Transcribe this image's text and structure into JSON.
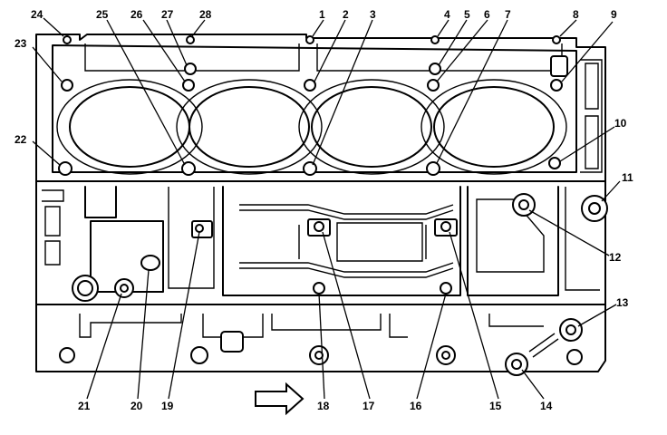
{
  "callouts": [
    "1",
    "2",
    "3",
    "4",
    "5",
    "6",
    "7",
    "8",
    "9",
    "10",
    "11",
    "12",
    "13",
    "14",
    "15",
    "16",
    "17",
    "18",
    "19",
    "20",
    "21",
    "22",
    "23",
    "24",
    "25",
    "26",
    "27",
    "28"
  ],
  "direction_icon": "arrow-right-icon"
}
